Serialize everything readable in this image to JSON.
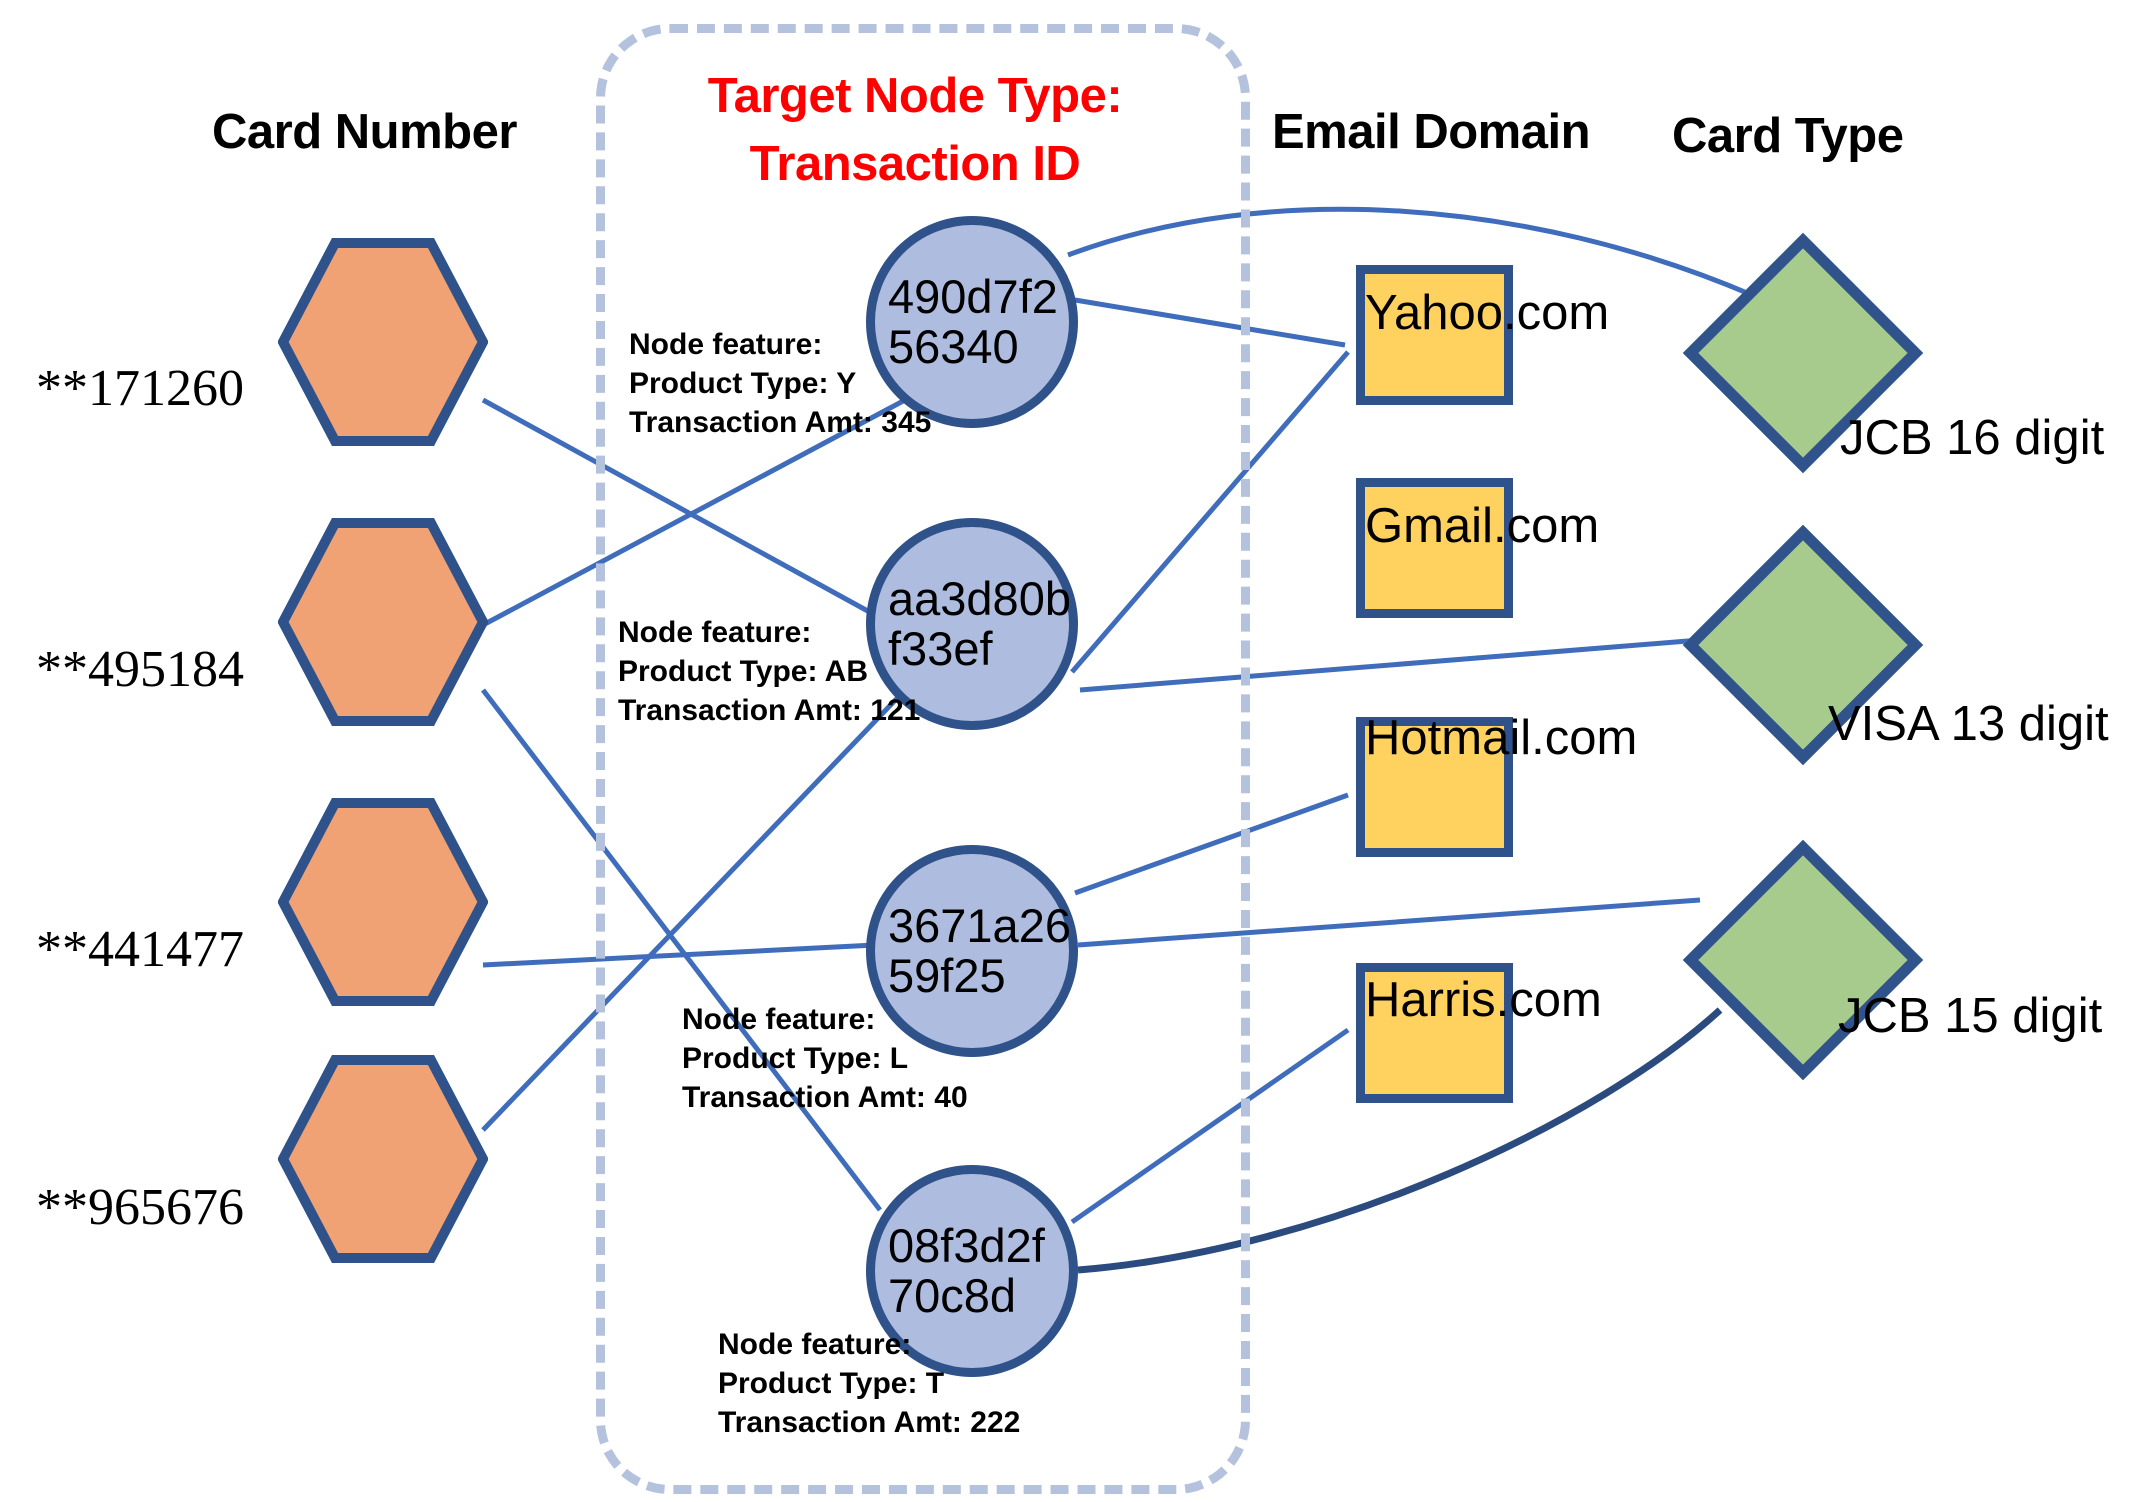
{
  "columns": {
    "card_number": "Card Number",
    "target_line1": "Target Node Type:",
    "target_line2": "Transaction ID",
    "email_domain": "Email Domain",
    "card_type": "Card Type"
  },
  "card_numbers": [
    {
      "label": "**171260"
    },
    {
      "label": "**495184"
    },
    {
      "label": "**441477"
    },
    {
      "label": "**965676"
    }
  ],
  "transactions": [
    {
      "id_line1": "490d7f2",
      "id_line2": "56340"
    },
    {
      "id_line1": "aa3d80b",
      "id_line2": "f33ef"
    },
    {
      "id_line1": "3671a26",
      "id_line2": "59f25"
    },
    {
      "id_line1": "08f3d2f",
      "id_line2": "70c8d"
    }
  ],
  "node_features": [
    {
      "title": "Node feature:",
      "product_type": "Product Type: Y",
      "amount": "Transaction Amt: 345"
    },
    {
      "title": "Node feature:",
      "product_type": "Product Type: AB",
      "amount": "Transaction Amt: 121"
    },
    {
      "title": "Node feature:",
      "product_type": "Product Type: L",
      "amount": "Transaction Amt: 40"
    },
    {
      "title": "Node feature:",
      "product_type": "Product Type: T",
      "amount": "Transaction Amt: 222"
    }
  ],
  "email_domains": [
    {
      "label": "Yahoo.com"
    },
    {
      "label": "Gmail.com"
    },
    {
      "label": "Hotmail.com"
    },
    {
      "label": "Harris.com"
    }
  ],
  "card_types": [
    {
      "label": "JCB 16 digit"
    },
    {
      "label": "VISA 13 digit"
    },
    {
      "label": "JCB 15 digit"
    }
  ],
  "colors": {
    "hexagon_fill": "#f0a274",
    "hexagon_stroke": "#2e5289",
    "circle_fill": "#aebddf",
    "circle_stroke": "#2e5289",
    "email_fill": "#ffd25f",
    "email_stroke": "#2e5289",
    "diamond_fill": "#a6cb8d",
    "diamond_stroke": "#31538c",
    "edge": "#3f6dbb",
    "edge_dark": "#2b4a7d",
    "target_box": "#b4c2dd",
    "target_text": "#ff0000"
  },
  "graph": {
    "card_to_transaction": [
      {
        "from": "**171260",
        "to": "aa3d80b f33ef"
      },
      {
        "from": "**495184",
        "to": "490d7f2 56340"
      },
      {
        "from": "**495184",
        "to": "08f3d2f 70c8d"
      },
      {
        "from": "**441477",
        "to": "3671a26 59f25"
      },
      {
        "from": "**965676",
        "to": "aa3d80b f33ef"
      }
    ],
    "transaction_to_email": [
      {
        "from": "490d7f2 56340",
        "to": "Yahoo.com"
      },
      {
        "from": "aa3d80b f33ef",
        "to": "Yahoo.com"
      },
      {
        "from": "3671a26 59f25",
        "to": "Hotmail.com"
      },
      {
        "from": "08f3d2f 70c8d",
        "to": "Harris.com"
      }
    ],
    "transaction_to_cardtype": [
      {
        "from": "490d7f2 56340",
        "to": "JCB 16 digit"
      },
      {
        "from": "aa3d80b f33ef",
        "to": "VISA 13 digit"
      },
      {
        "from": "3671a26 59f25",
        "to": "JCB 15 digit"
      },
      {
        "from": "08f3d2f 70c8d",
        "to": "JCB 15 digit"
      }
    ]
  }
}
